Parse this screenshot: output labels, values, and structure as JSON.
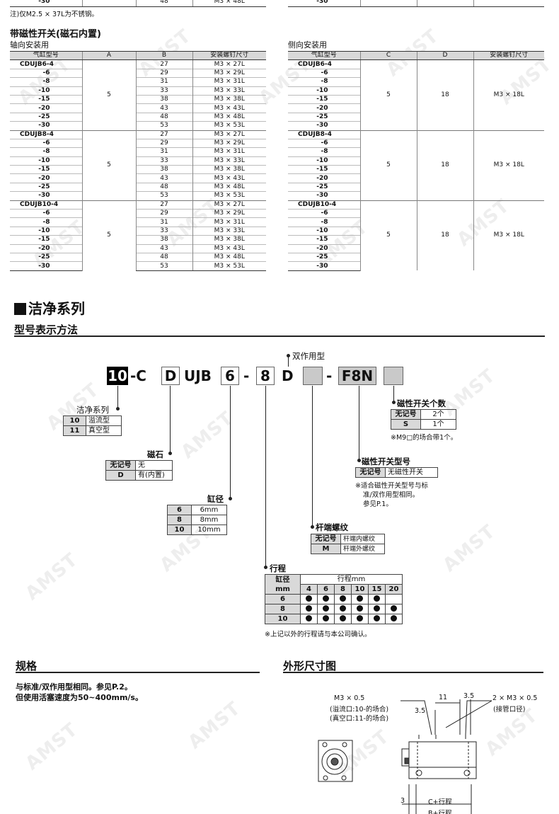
{
  "top": {
    "left_last_row": {
      "model": "-30",
      "b": "48",
      "screw": "M3 × 48L"
    },
    "right_last_row": {
      "model": "-30"
    },
    "note": "注)仅M2.5 × 37L为不锈钢。"
  },
  "magnet_section": {
    "title": "带磁性开关(磁石内置)",
    "axial": {
      "title": "轴向安装用",
      "headers": [
        "气缸型号",
        "A",
        "B",
        "安装螺钉尺寸"
      ],
      "groups": [
        {
          "a": "5",
          "rows": [
            {
              "model": "CDUJB6-4",
              "b": "27",
              "screw": "M3 × 27L"
            },
            {
              "model": "-6",
              "b": "29",
              "screw": "M3 × 29L"
            },
            {
              "model": "-8",
              "b": "31",
              "screw": "M3 × 31L"
            },
            {
              "model": "-10",
              "b": "33",
              "screw": "M3 × 33L"
            },
            {
              "model": "-15",
              "b": "38",
              "screw": "M3 × 38L"
            },
            {
              "model": "-20",
              "b": "43",
              "screw": "M3 × 43L"
            },
            {
              "model": "-25",
              "b": "48",
              "screw": "M3 × 48L"
            },
            {
              "model": "-30",
              "b": "53",
              "screw": "M3 × 53L"
            }
          ]
        },
        {
          "a": "5",
          "rows": [
            {
              "model": "CDUJB8-4",
              "b": "27",
              "screw": "M3 × 27L"
            },
            {
              "model": "-6",
              "b": "29",
              "screw": "M3 × 29L"
            },
            {
              "model": "-8",
              "b": "31",
              "screw": "M3 × 31L"
            },
            {
              "model": "-10",
              "b": "33",
              "screw": "M3 × 33L"
            },
            {
              "model": "-15",
              "b": "38",
              "screw": "M3 × 38L"
            },
            {
              "model": "-20",
              "b": "43",
              "screw": "M3 × 43L"
            },
            {
              "model": "-25",
              "b": "48",
              "screw": "M3 × 48L"
            },
            {
              "model": "-30",
              "b": "53",
              "screw": "M3 × 53L"
            }
          ]
        },
        {
          "a": "5",
          "rows": [
            {
              "model": "CDUJB10-4",
              "b": "27",
              "screw": "M3 × 27L"
            },
            {
              "model": "-6",
              "b": "29",
              "screw": "M3 × 29L"
            },
            {
              "model": "-8",
              "b": "31",
              "screw": "M3 × 31L"
            },
            {
              "model": "-10",
              "b": "33",
              "screw": "M3 × 33L"
            },
            {
              "model": "-15",
              "b": "38",
              "screw": "M3 × 38L"
            },
            {
              "model": "-20",
              "b": "43",
              "screw": "M3 × 43L"
            },
            {
              "model": "-25",
              "b": "48",
              "screw": "M3 × 48L"
            },
            {
              "model": "-30",
              "b": "53",
              "screw": "M3 × 53L"
            }
          ]
        }
      ]
    },
    "side": {
      "title": "侧向安装用",
      "headers": [
        "气缸型号",
        "C",
        "D",
        "安装螺钉尺寸"
      ],
      "groups": [
        {
          "c": "5",
          "d": "18",
          "screw": "M3 × 18L",
          "models": [
            "CDUJB6-4",
            "-6",
            "-8",
            "-10",
            "-15",
            "-20",
            "-25",
            "-30"
          ]
        },
        {
          "c": "5",
          "d": "18",
          "screw": "M3 × 18L",
          "models": [
            "CDUJB8-4",
            "-6",
            "-8",
            "-10",
            "-15",
            "-20",
            "-25",
            "-30"
          ]
        },
        {
          "c": "5",
          "d": "18",
          "screw": "M3 × 18L",
          "models": [
            "CDUJB10-4",
            "-6",
            "-8",
            "-10",
            "-15",
            "-20",
            "-25",
            "-30"
          ]
        }
      ]
    }
  },
  "clean": {
    "title": "洁净系列",
    "subtitle": "型号表示方法",
    "code": {
      "p10": "10",
      "dash1": "-C",
      "d1": "D",
      "ujb": "UJB",
      "bore": "6",
      "dash2": "-",
      "stroke": "8",
      "d2": "D",
      "dash3": "-",
      "f8n": "F8N"
    },
    "action_label": "双作用型",
    "clean_series": {
      "label": "洁净系列",
      "rows": [
        [
          "10",
          "溢流型"
        ],
        [
          "11",
          "真空型"
        ]
      ]
    },
    "magnet": {
      "label": "磁石",
      "rows": [
        [
          "无记号",
          "无"
        ],
        [
          "D",
          "有(内置)"
        ]
      ]
    },
    "bore_size": {
      "label": "缸径",
      "rows": [
        [
          "6",
          "6mm"
        ],
        [
          "8",
          "8mm"
        ],
        [
          "10",
          "10mm"
        ]
      ]
    },
    "rod_thread": {
      "label": "杆端螺纹",
      "rows": [
        [
          "无记号",
          "杆端内螺纹"
        ],
        [
          "M",
          "杆端外螺纹"
        ]
      ]
    },
    "stroke": {
      "label": "行程",
      "h1": "缸径",
      "h1b": "mm",
      "h2": "行程mm",
      "cols": [
        "4",
        "6",
        "8",
        "10",
        "15",
        "20"
      ],
      "rows": [
        {
          "bore": "6",
          "marks": [
            1,
            1,
            1,
            1,
            1,
            0
          ]
        },
        {
          "bore": "8",
          "marks": [
            1,
            1,
            1,
            1,
            1,
            1
          ]
        },
        {
          "bore": "10",
          "marks": [
            1,
            1,
            1,
            1,
            1,
            1
          ]
        }
      ],
      "note": "※上记以外的行程请与本公司确认。"
    },
    "switch_count": {
      "label": "磁性开关个数",
      "rows": [
        [
          "无记号",
          "2个"
        ],
        [
          "S",
          "1个"
        ]
      ],
      "note": "※M9□的场合带1个。"
    },
    "switch_type": {
      "label": "磁性开关型号",
      "rows": [
        [
          "无记号",
          "无磁性开关"
        ]
      ],
      "note1": "※适合磁性开关型号与标",
      "note2": "准/双作用型相同。",
      "note3": "参见P.1。"
    }
  },
  "spec": {
    "title": "规格",
    "line1": "与标准/双作用型相同。参见P.2。",
    "line2": "但使用活塞速度为50~400mm/s。"
  },
  "dims": {
    "title": "外形尺寸图",
    "port": "M3 × 0.5",
    "port_note1": "(溢流口:10-的场合)",
    "port_note2": "(真空口:11-的场合)",
    "d11": "11",
    "d35a": "3.5",
    "d35b": "3.5",
    "m3x2": "2 × M3 × 0.5",
    "pipe": "(接管口径)",
    "d3": "3",
    "cstroke": "C+行程",
    "bstroke": "B+行程"
  },
  "watermark": "AMST"
}
